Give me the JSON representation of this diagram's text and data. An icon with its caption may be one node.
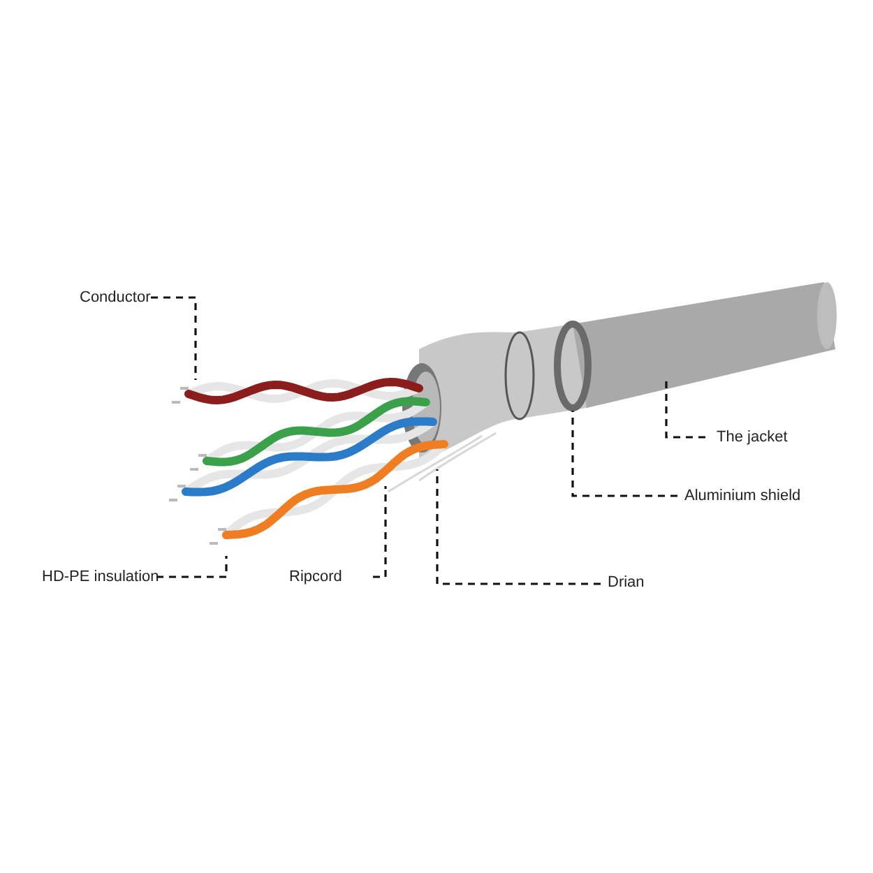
{
  "diagram": {
    "nodes": [
      {
        "text": [
          "Conductor"
        ]
      },
      {
        "text": [
          "HD-PE insulation"
        ]
      },
      {
        "text": [
          "Ripcord"
        ]
      },
      {
        "text": [
          "Drian"
        ]
      },
      {
        "text": [
          "Aluminium shield"
        ]
      },
      {
        "text": [
          "The jacket"
        ]
      }
    ],
    "edges": [
      {
        "from": 0,
        "to": null,
        "arrow": "none",
        "style": "dashed"
      },
      {
        "from": 1,
        "to": null,
        "arrow": "none",
        "style": "dashed"
      },
      {
        "from": 2,
        "to": null,
        "arrow": "none",
        "style": "dashed"
      },
      {
        "from": 3,
        "to": null,
        "arrow": "none",
        "style": "dashed"
      },
      {
        "from": 4,
        "to": null,
        "arrow": "none",
        "style": "dashed"
      },
      {
        "from": 5,
        "to": null,
        "arrow": "none",
        "style": "dashed"
      }
    ]
  }
}
